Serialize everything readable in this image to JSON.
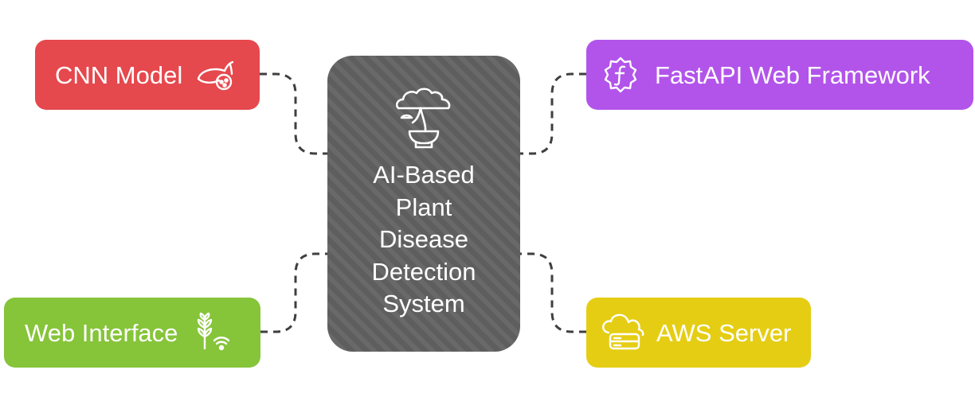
{
  "center": {
    "title_lines": [
      "AI-Based",
      "Plant",
      "Disease",
      "Detection",
      "System"
    ],
    "icon": "bonsai-tree-icon",
    "color": "#5e5e5e"
  },
  "nodes": {
    "cnn": {
      "label": "CNN Model",
      "icon": "pepper-icon",
      "color": "#e5484d"
    },
    "fastapi": {
      "label": "FastAPI Web Framework",
      "icon": "fastapi-logo-icon",
      "color": "#b254ea"
    },
    "web": {
      "label": "Web Interface",
      "icon": "wheat-wifi-icon",
      "color": "#86c43a"
    },
    "aws": {
      "label": "AWS Server",
      "icon": "cloud-server-icon",
      "color": "#e5cd14"
    }
  }
}
